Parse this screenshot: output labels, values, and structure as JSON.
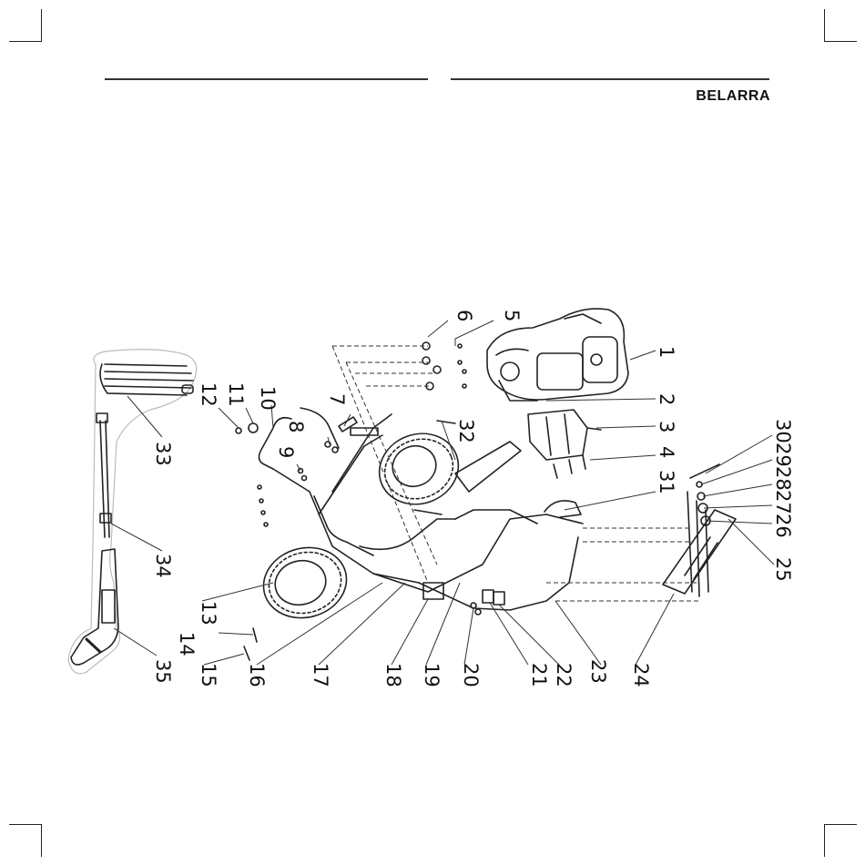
{
  "header": {
    "brand": "BELARRA"
  },
  "diagram": {
    "callouts": [
      "1",
      "2",
      "3",
      "4",
      "5",
      "6",
      "7",
      "8",
      "9",
      "10",
      "11",
      "12",
      "13",
      "14",
      "15",
      "16",
      "17",
      "18",
      "19",
      "20",
      "21",
      "22",
      "23",
      "24",
      "25",
      "26",
      "27",
      "28",
      "29",
      "30",
      "31",
      "32",
      "33",
      "34",
      "35"
    ]
  }
}
